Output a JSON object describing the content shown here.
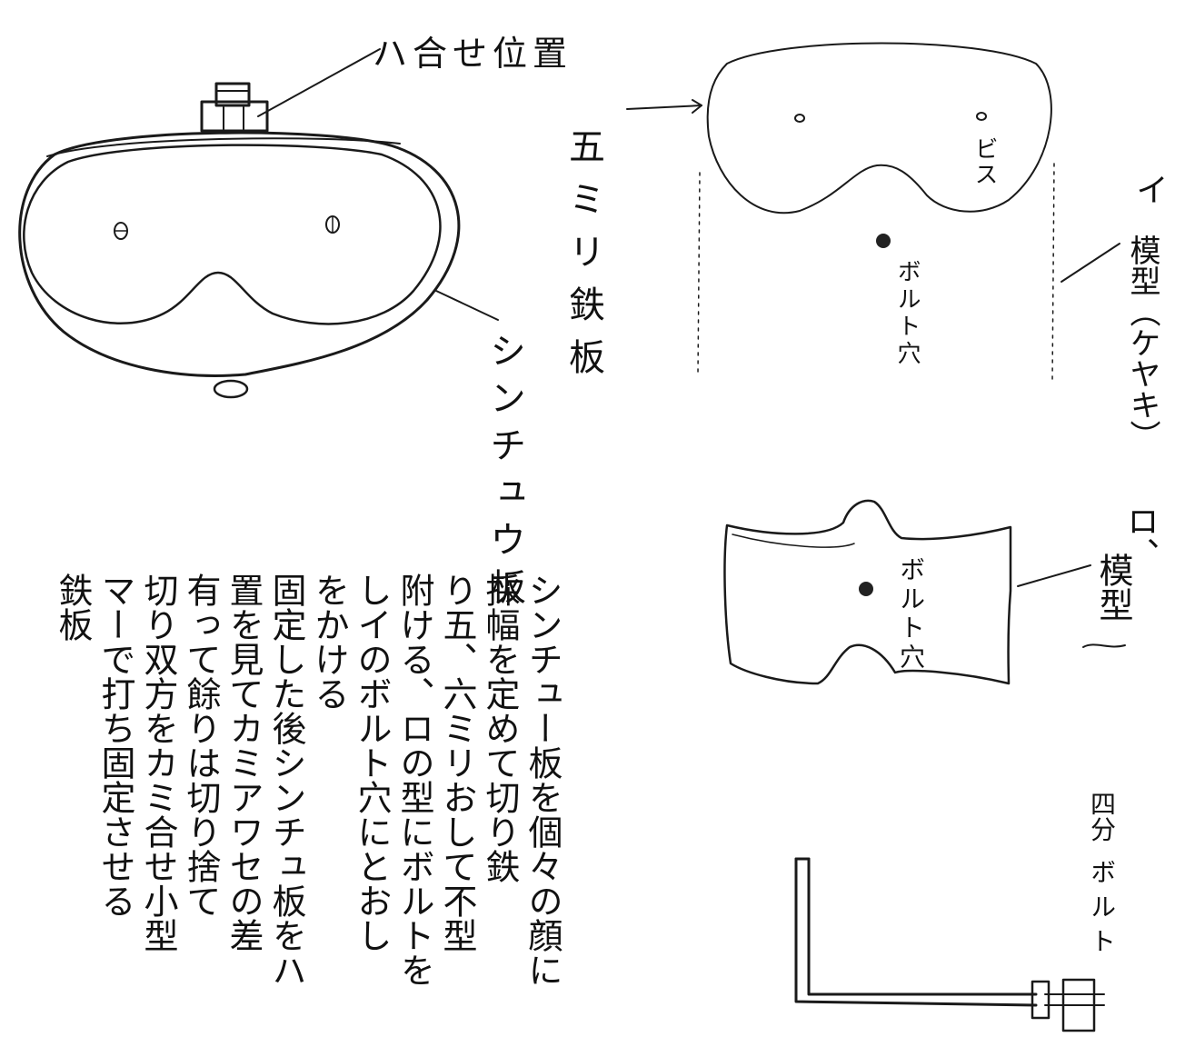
{
  "labels": {
    "alignment_position": "ハ合せ位置",
    "brass_plate": "シンチュウ板",
    "iron_plate_5mm": "五ミリ鉄板",
    "screw": "ビス",
    "bolt_hole_top": "ボルト穴",
    "mold_a": "イ",
    "mold_a_name": "模型（ケヤキ）",
    "mold_b": "ロ、",
    "mold_b_name": "模型",
    "bolt_hole_bottom": "ボルト穴",
    "bolt_size": "四分",
    "bolt": "ボルト"
  },
  "notes": {
    "lines": [
      "シンチュー板を個々の顔に",
      "採幅を定めて切り鉄",
      "り五、六ミリおして不型",
      "附ける、ロの型にボルトを",
      "しイのボルト穴にとおし",
      "をかける",
      "固定した後シンチュ板をハ",
      "置を見てカミアワセの差",
      "有って餘りは切り捨て",
      "切り双方をカミ合せ小型",
      "マーで打ち固定させる",
      "鉄板"
    ]
  }
}
